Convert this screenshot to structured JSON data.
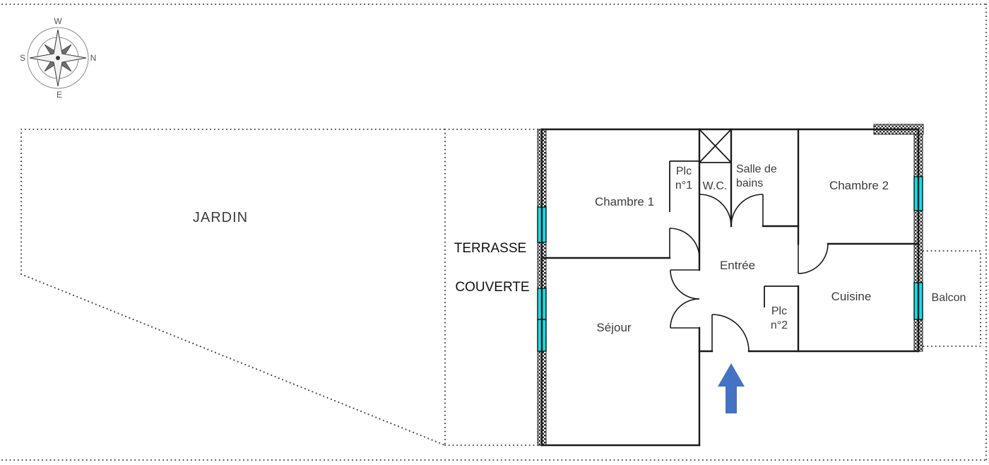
{
  "compass": {
    "w": "W",
    "n": "N",
    "e": "E",
    "s": "S"
  },
  "labels": {
    "jardin": "JARDIN",
    "terrasse_line1": "TERRASSE",
    "terrasse_line2": "COUVERTE",
    "chambre1": "Chambre 1",
    "plc1_line1": "Plc",
    "plc1_line2": "n°1",
    "wc": "W.C.",
    "sdb_line1": "Salle de",
    "sdb_line2": "bains",
    "chambre2": "Chambre 2",
    "entree": "Entrée",
    "cuisine": "Cuisine",
    "balcon": "Balcon",
    "sejour": "Séjour",
    "plc2_line1": "Plc",
    "plc2_line2": "n°2"
  },
  "colors": {
    "window": "#17dce4",
    "arrow": "#4472c4"
  }
}
